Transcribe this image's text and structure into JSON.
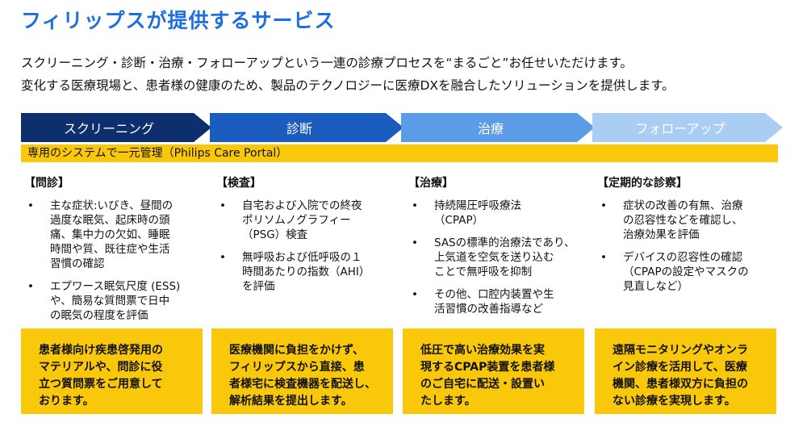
{
  "title": "フィリップスが提供するサービス",
  "intro": [
    "スクリーニング・診断・治療・フォローアップという一連の診療プロセスを“まるごと”お任せいただけます。",
    "変化する医療現場と、患者様の健康のため、製品のテクノロジーに医療DXを融合したソリューションを提供します。"
  ],
  "steps": [
    "スクリーニング",
    "診断",
    "治療",
    "フォローアップ"
  ],
  "step_colors": [
    "#0e2f6e",
    "#1b5cbe",
    "#5c9be6",
    "#a9cdf3"
  ],
  "accent_color": "#fac80a",
  "title_color": "#1d6fe0",
  "portal": "専用のシステムで一元管理（Philips Care Portal）",
  "columns": [
    {
      "title": "【問診】",
      "bullets": [
        {
          "dot": "•",
          "lines": [
            "主な症状:いびき、昼間の",
            "過度な眠気、起床時の頭",
            "痛、集中力の欠如、睡眠",
            "時間や質、既往症や生活",
            "習慣の確認"
          ]
        },
        {
          "dot": "•",
          "lines": [
            "エプワース眠気尺度 (ESS)",
            "や、簡易な質問票で日中",
            "の眠気の程度を評価"
          ]
        }
      ]
    },
    {
      "title": "【検査】",
      "bullets": [
        {
          "dot": "•",
          "lines": [
            "自宅および入院での終夜",
            "ポリソムノグラフィー",
            "（PSG）検査"
          ]
        },
        {
          "dot": "•",
          "lines": [
            "無呼吸および低呼吸の１",
            "時間あたりの指数（AHI）",
            "を評価"
          ]
        }
      ]
    },
    {
      "title": "【治療】",
      "bullets": [
        {
          "dot": "•",
          "lines": [
            "持続陽圧呼吸療法",
            "（CPAP）"
          ]
        },
        {
          "dot": "•",
          "lines": [
            "SASの標準的治療法であり、",
            "上気道を空気を送り込む",
            "ことで無呼吸を抑制"
          ]
        },
        {
          "dot": "•",
          "lines": [
            "その他、口腔内装置や生",
            "活習慣の改善指導など"
          ]
        }
      ]
    },
    {
      "title": "【定期的な診察】",
      "bullets": [
        {
          "dot": "•",
          "lines": [
            "症状の改善の有無、治療",
            "の忍容性などを確認し、",
            "治療効果を評価"
          ]
        },
        {
          "dot": "•",
          "lines": [
            "デバイスの忍容性の確認",
            "（CPAPの設定やマスクの",
            "見直しなど）"
          ]
        }
      ]
    }
  ],
  "boxes": [
    {
      "lines": [
        "患者様向け疾患啓発用の",
        "マテリアルや、問診に役",
        "立つ質問票をご用意して",
        "おります。"
      ]
    },
    {
      "lines": [
        "医療機関に負担をかけず、",
        "フィリップスから直接、患",
        "者様宅に検査機器を配送し、",
        "解析結果を提出します。"
      ]
    },
    {
      "lines": [
        "低圧で高い治療効果を実",
        "現するCPAP装置を患者様",
        "のご自宅に配送・設置い",
        "たします。"
      ]
    },
    {
      "lines": [
        "遠隔モニタリングやオンラ",
        "イン診療を活用して、医療",
        "機関、患者様双方に負担の",
        "ない診療を実現します。"
      ]
    }
  ]
}
